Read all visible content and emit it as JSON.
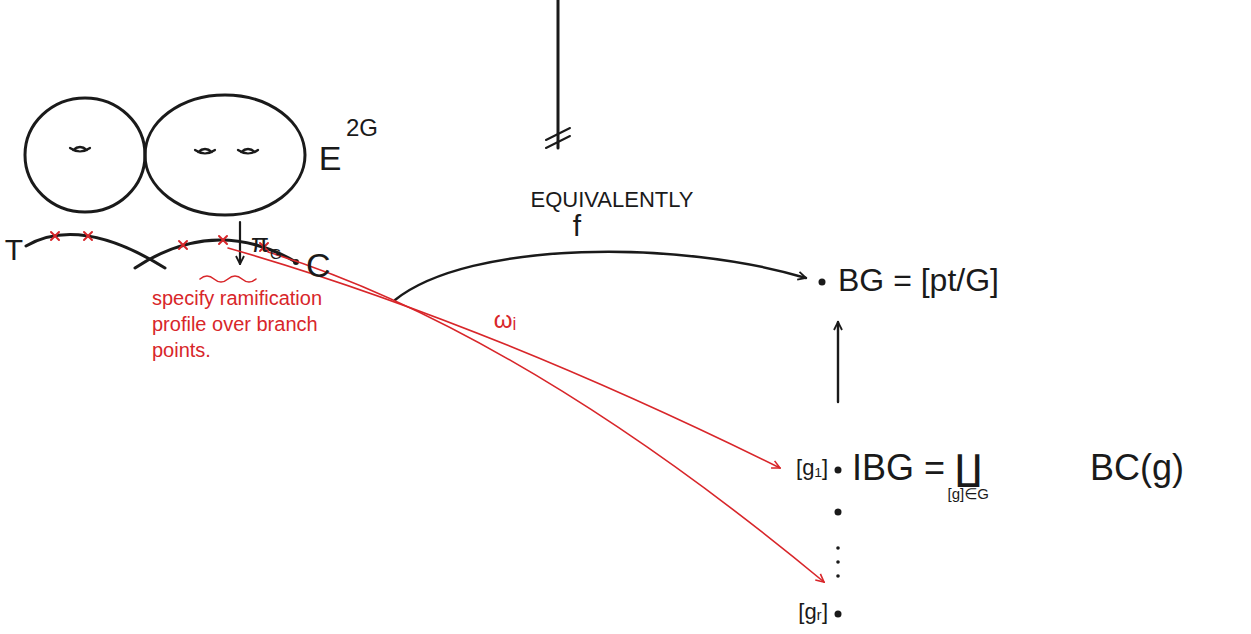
{
  "diagram": {
    "labels": [
      "EQUIVALENTLY",
      "E",
      "2G",
      "π",
      "G",
      "T",
      "C",
      "specify ramification profile over branch points.",
      "ωᵢ",
      "f",
      "BG = [pt/G]",
      "[g₁]",
      "IBG = ∐",
      "[g]∈G",
      "BC(g)",
      "[gᵣ]"
    ]
  }
}
